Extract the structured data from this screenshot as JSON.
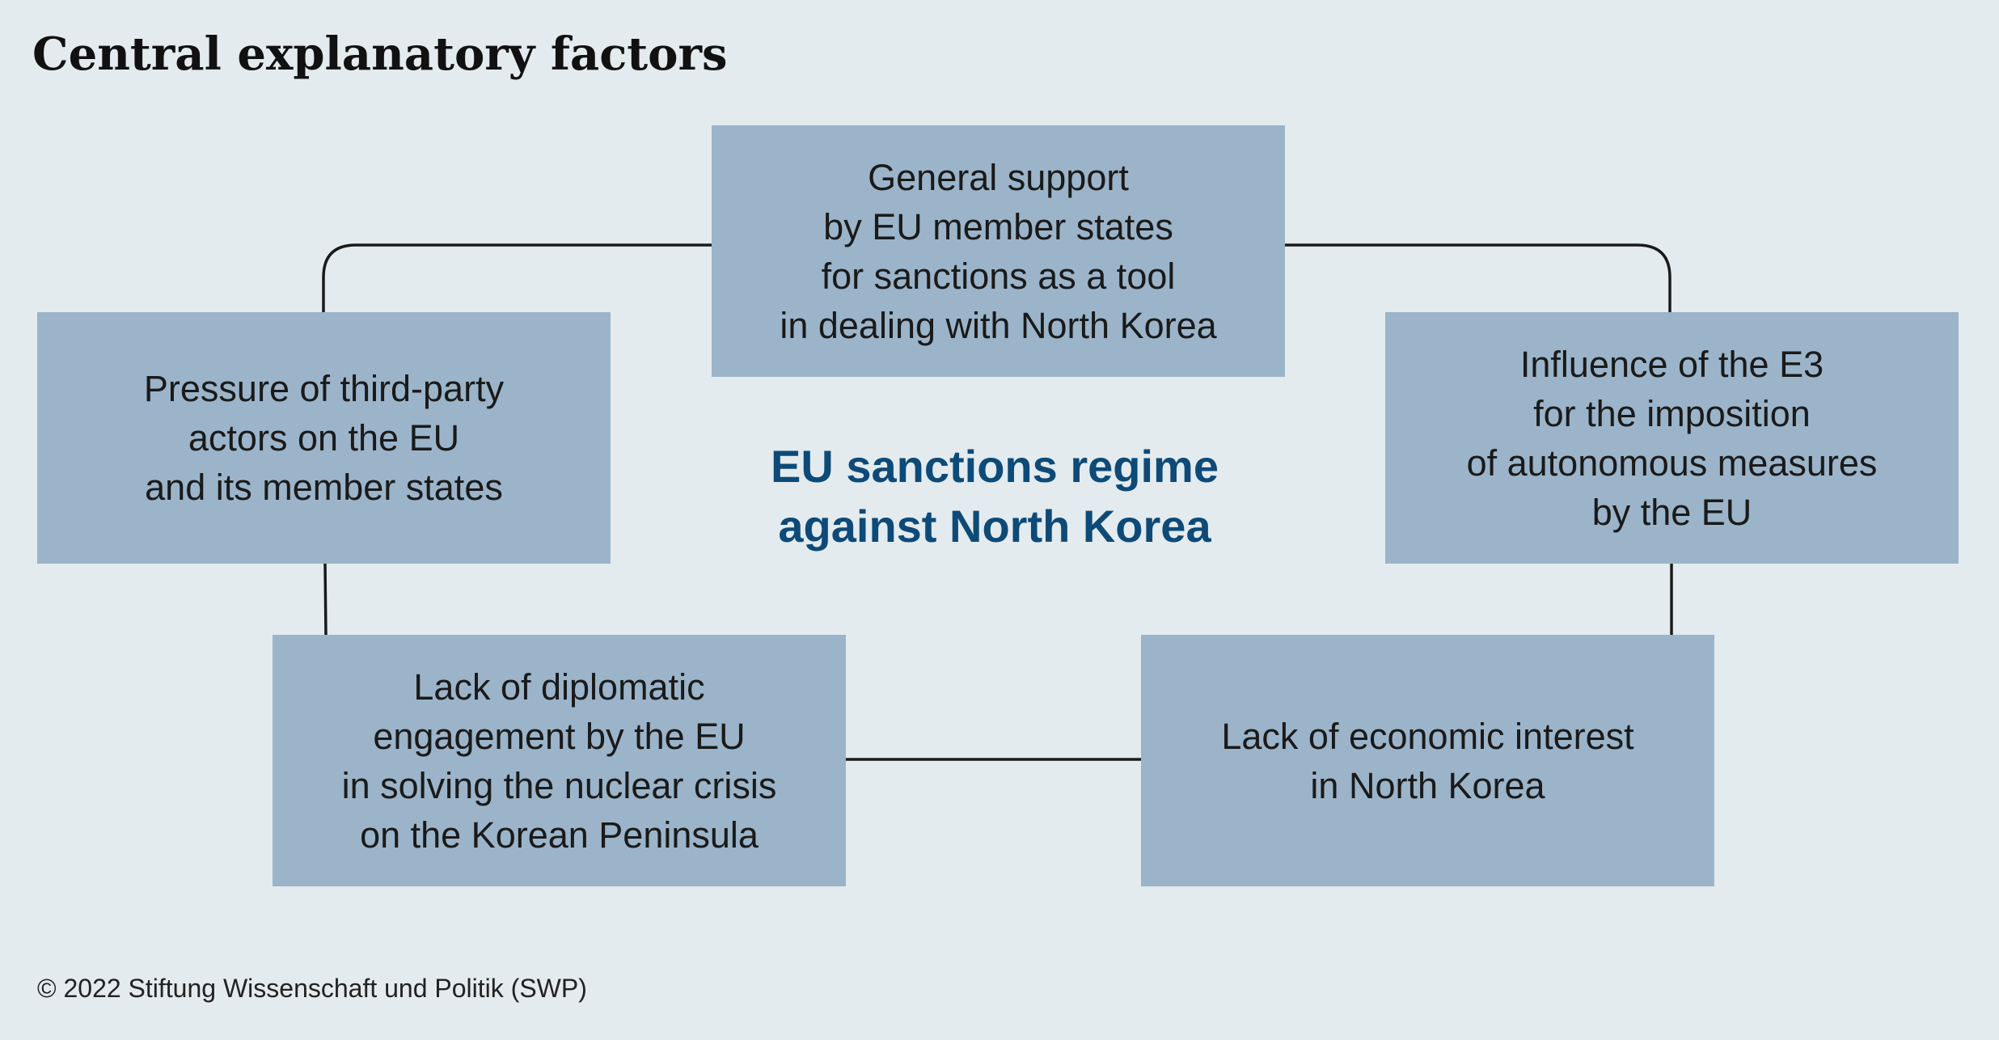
{
  "title": "Central explanatory factors",
  "center": {
    "line1": "EU sanctions regime",
    "line2": "against North Korea"
  },
  "factors": {
    "top": {
      "lines": [
        "General support",
        "by EU member states",
        "for sanctions as a tool",
        "in dealing with North Korea"
      ]
    },
    "left": {
      "lines": [
        "Pressure of third-party",
        "actors on the EU",
        "and its member states"
      ]
    },
    "right": {
      "lines": [
        "Influence of the E3",
        "for the imposition",
        "of autonomous measures",
        "by the EU"
      ]
    },
    "bottom_left": {
      "lines": [
        "Lack of diplomatic",
        "engagement by the EU",
        "in solving the nuclear crisis",
        "on the Korean Peninsula"
      ]
    },
    "bottom_right": {
      "lines": [
        "Lack of economic interest",
        "in North Korea"
      ]
    }
  },
  "footer": {
    "copyright": "© 2022 Stiftung Wissenschaft und Politik (SWP)"
  },
  "colors": {
    "background": "#e3ebee",
    "box_fill": "#9bb4c9",
    "center_text": "#0d4a78",
    "connector": "#1a1a1a"
  }
}
